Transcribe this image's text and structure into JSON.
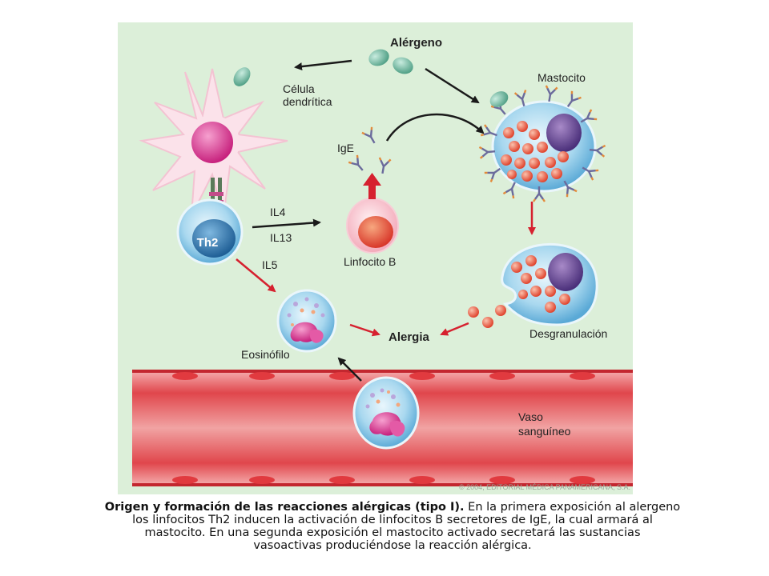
{
  "diagram": {
    "colors": {
      "background": "#dcefd9",
      "arrow_black": "#1a1a1a",
      "arrow_red": "#d6212f",
      "allergen": "#6fb59c",
      "cell_blue": "#a9d8ef",
      "granule": "#e5543c",
      "nucleus": "#5a3f8c",
      "vessel_red": "#e0464c"
    },
    "labels": {
      "alergeno": "Alérgeno",
      "celula_dendritica_line1": "Célula",
      "celula_dendritica_line2": "dendrítica",
      "mastocito": "Mastocito",
      "ige": "IgE",
      "th2": "Th2",
      "il4": "IL4",
      "il13": "IL13",
      "il5": "IL5",
      "linfocito_b": "Linfocito B",
      "desgranulacion": "Desgranulación",
      "alergia": "Alergia",
      "eosinofilo": "Eosinófilo",
      "vaso_line1": "Vaso",
      "vaso_line2": "sanguíneo",
      "copyright": "© 2004, EDITORIAL MÉDICA PANAMERICANA, S.A."
    }
  },
  "caption": {
    "bold": "Origen y formación de las reacciones alérgicas (tipo I).",
    "line1_rest": " En la primera exposición al alergeno",
    "line2": "los linfocitos Th2 inducen la activación de linfocitos B secretores de IgE, la cual armará al",
    "line3": "mastocito. En una segunda exposición el mastocito activado secretará las sustancias",
    "line4": "vasoactivas produciéndose la reacción alérgica."
  }
}
